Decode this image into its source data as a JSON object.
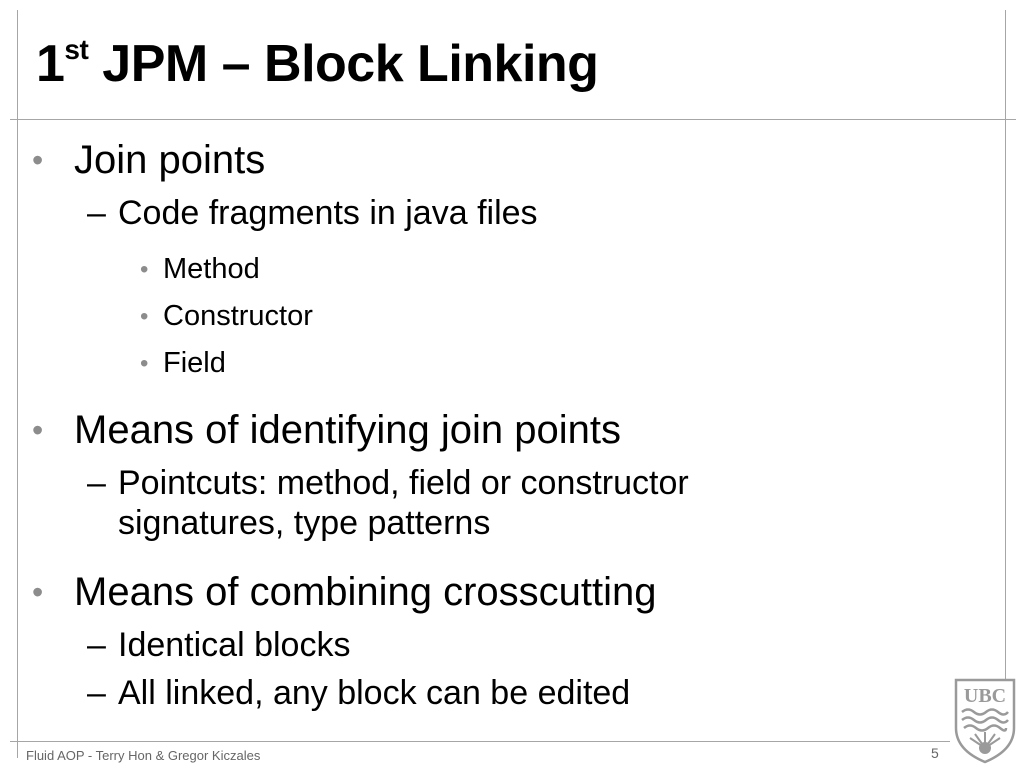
{
  "slide": {
    "title_prefix": "1",
    "title_sup": "st",
    "title_main": " JPM – Block Linking",
    "bullets": [
      {
        "text": "Join points",
        "subs": [
          {
            "text": "Code fragments in java files",
            "subs": [
              "Method",
              "Constructor",
              "Field"
            ]
          }
        ]
      },
      {
        "text": "Means of identifying join points",
        "subs": [
          {
            "line1": "Pointcuts: method, field or constructor",
            "line2": "signatures, type patterns"
          }
        ]
      },
      {
        "text": "Means of combining crosscutting",
        "subs": [
          {
            "text": "Identical blocks"
          },
          {
            "text": "All linked, any block can be edited"
          }
        ]
      }
    ],
    "bullet_glyph": "•",
    "dash_glyph": "–",
    "footer": "Fluid AOP - Terry Hon & Gregor Kiczales",
    "page_number": "5",
    "logo_text": "UBC"
  },
  "colors": {
    "rule": "#a6a6a6",
    "bullet": "#8c8c8c",
    "footer_text": "#666666"
  }
}
